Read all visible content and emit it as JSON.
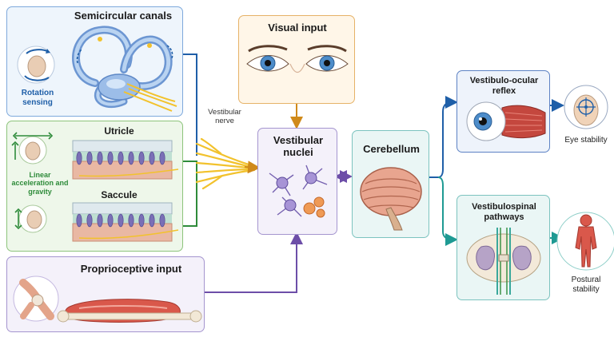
{
  "panels": {
    "semicircular": {
      "title": "Semicircular canals",
      "caption": "Rotation sensing"
    },
    "otoliths": {
      "utricle": "Utricle",
      "saccule": "Saccule",
      "caption": "Linear acceleration and gravity"
    },
    "proprioceptive": {
      "title": "Proprioceptive input"
    },
    "visual": {
      "title": "Visual input"
    },
    "nuclei": {
      "title": "Vestibular nuclei"
    },
    "cerebellum": {
      "title": "Cerebellum"
    },
    "vor": {
      "title": "Vestibulo-ocular reflex"
    },
    "vsp": {
      "title": "Vestibulospinal pathways"
    }
  },
  "labels": {
    "nerve": "Vestibular nerve",
    "eye_stability": "Eye stability",
    "postural_stability": "Postural stability"
  },
  "colors": {
    "blue_arrow": "#1f5fa8",
    "green_arrow": "#2e8b3a",
    "purple_arrow": "#6d4ea8",
    "orange_arrow": "#d08a1a",
    "teal_arrow": "#1e9a93",
    "nerve_yellow": "#f2c22d"
  }
}
